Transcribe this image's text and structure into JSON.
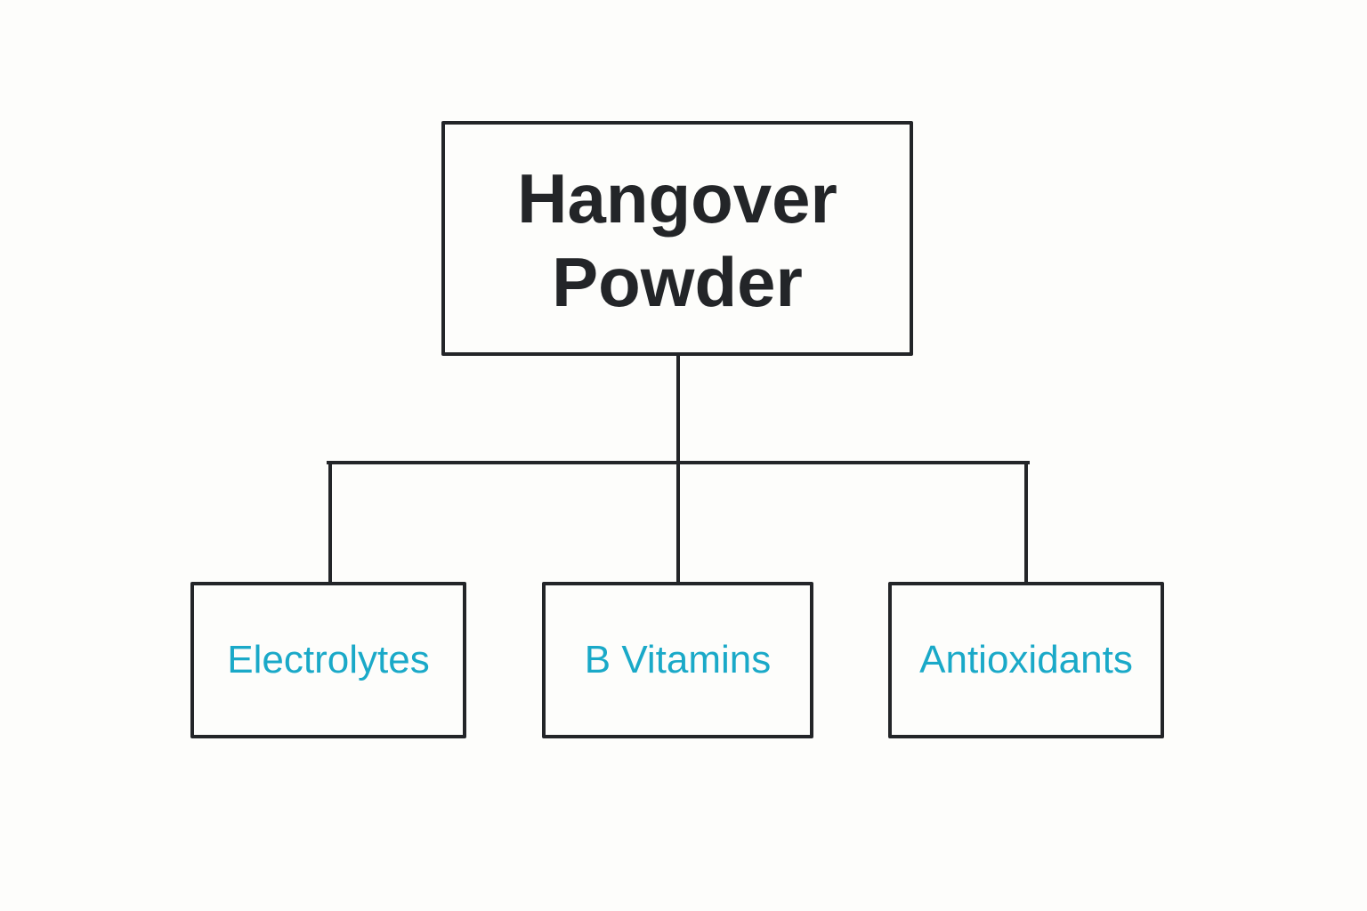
{
  "diagram": {
    "root": {
      "label": "Hangover\nPowder"
    },
    "children": [
      {
        "label": "Electrolytes"
      },
      {
        "label": "B Vitamins"
      },
      {
        "label": "Antioxidants"
      }
    ]
  },
  "colors": {
    "background": "#fdfdfb",
    "stroke": "#232528",
    "root_text": "#232528",
    "child_text": "#1aa9c8"
  }
}
